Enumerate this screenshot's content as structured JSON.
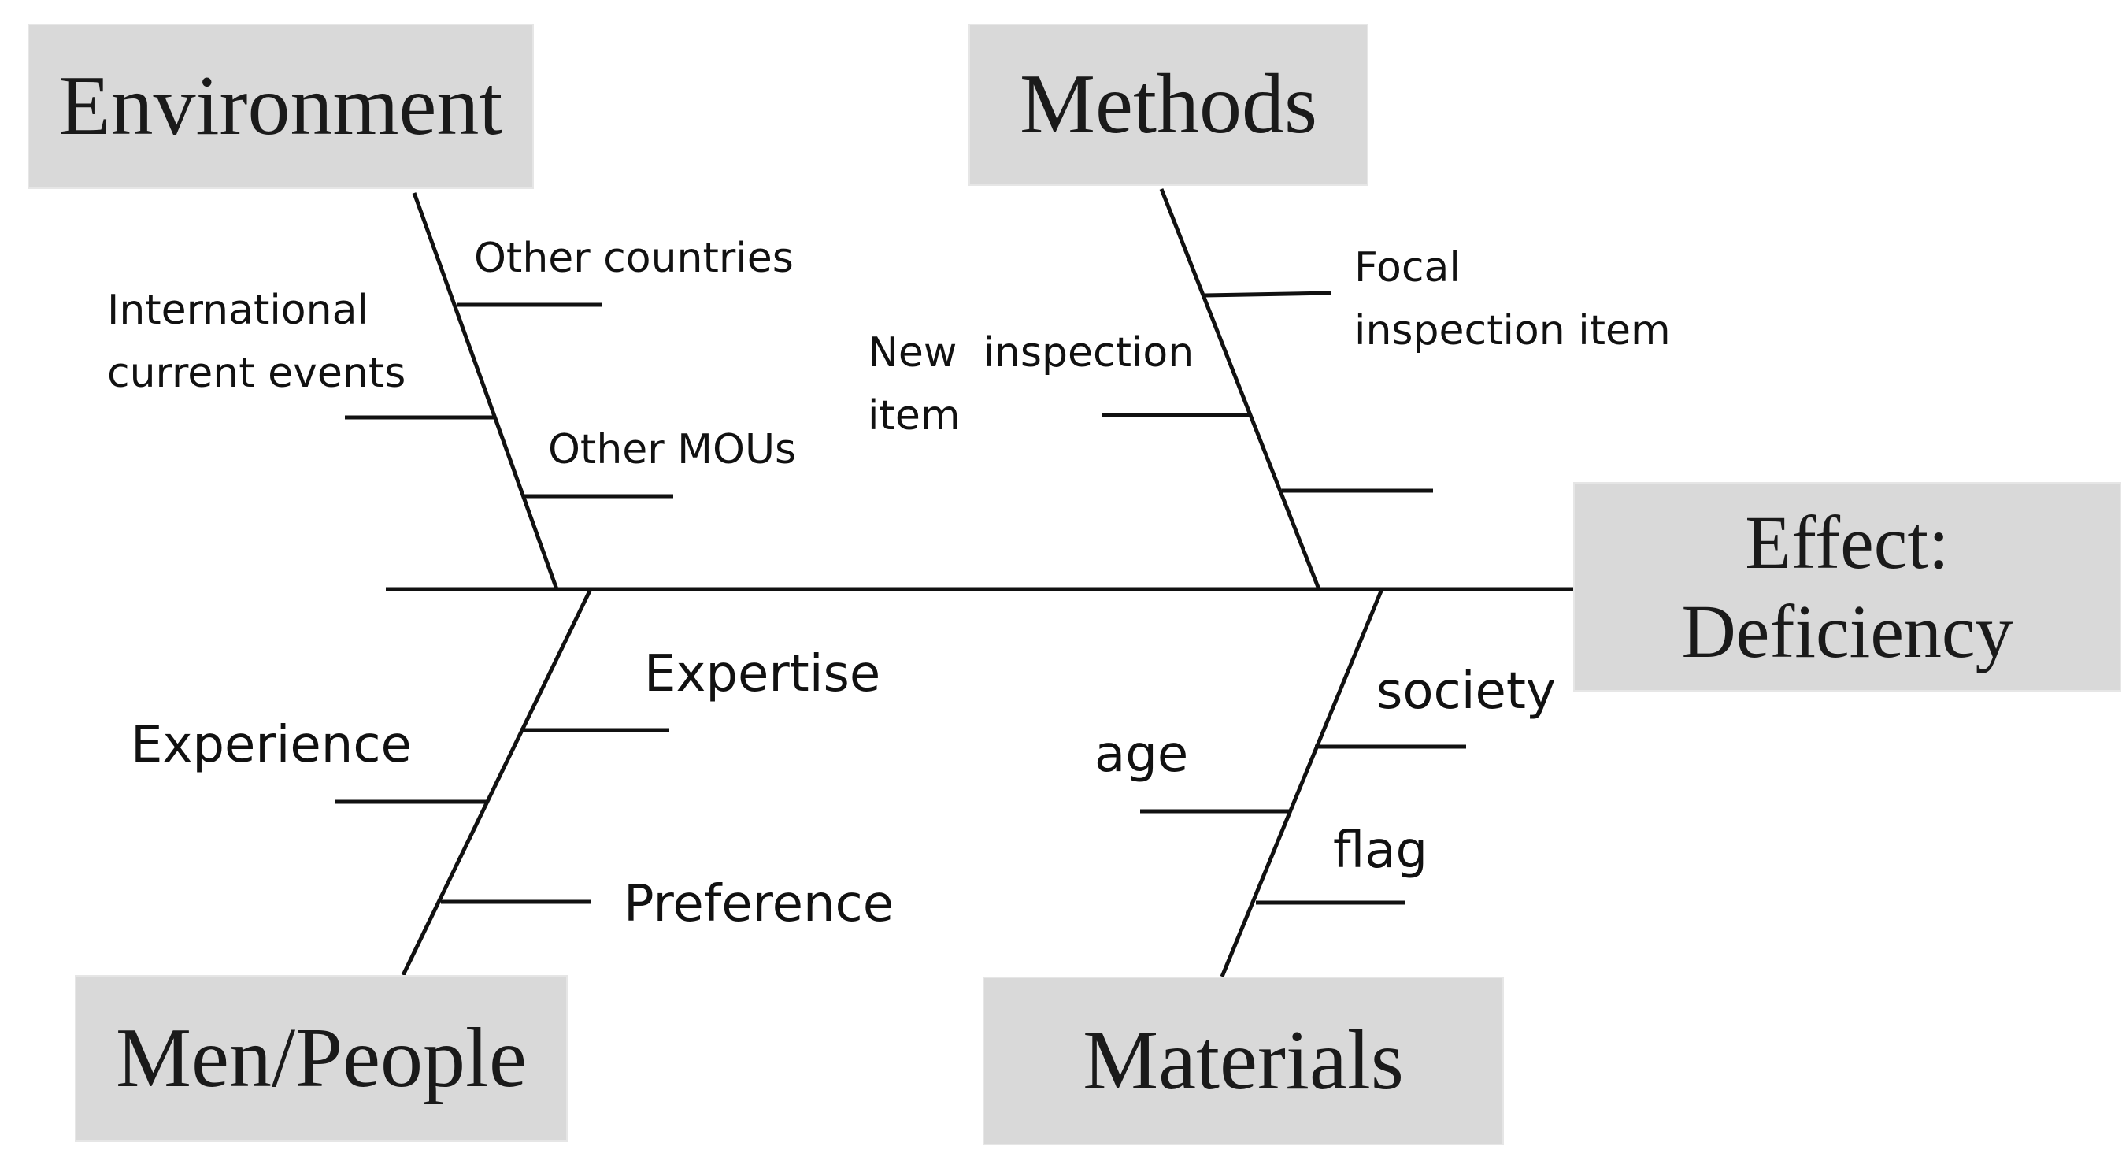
{
  "categories": {
    "environment": "Environment",
    "methods": "Methods",
    "people": "Men/People",
    "materials": "Materials"
  },
  "effect": {
    "line1": "Effect:",
    "line2": "Deficiency"
  },
  "causes": {
    "other_countries": "Other countries",
    "international_line1": "International",
    "international_line2": "current events",
    "other_mous": "Other MOUs",
    "focal_line1": "Focal",
    "focal_line2": "inspection item",
    "new_inspection_line1": "New  inspection",
    "new_inspection_line2": "item",
    "expertise": "Expertise",
    "experience": "Experience",
    "preference": "Preference",
    "society": "society",
    "age": "age",
    "flag": "flag"
  }
}
